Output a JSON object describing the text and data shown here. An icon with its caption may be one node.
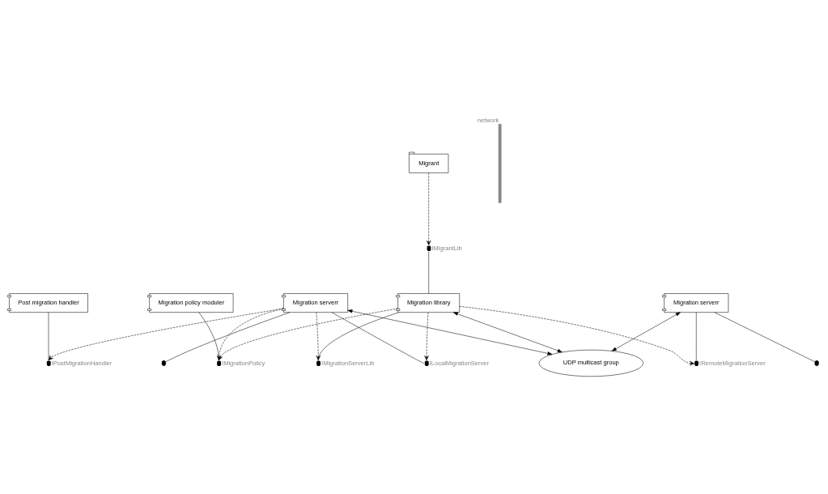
{
  "diagram": {
    "nodes": [
      {
        "text": [
          "Post migration handler"
        ]
      },
      {
        "text": [],
        "shape": "circle",
        "beside": [
          "IPostMigrationHandler"
        ]
      },
      {
        "text": [
          "UDP multicast group"
        ]
      },
      {
        "text": [],
        "shape": "circle"
      },
      {
        "text": [
          "Migration serverr"
        ]
      },
      {
        "text": [],
        "shape": "circle"
      },
      {
        "text": [
          "Migration serverr"
        ]
      },
      {
        "text": [
          "Migration policy moduler"
        ]
      },
      {
        "text": [],
        "shape": "circle",
        "beside": [
          "IMigrationPolicy"
        ]
      },
      {
        "text": [],
        "shape": "circle",
        "beside": [
          "IMigrationServerLib"
        ]
      },
      {
        "text": [],
        "shape": "circle",
        "beside": [
          "ILocalMigrationServer"
        ]
      },
      {
        "text": [],
        "shape": "circle",
        "beside": [
          "IRemoteMigrationServer"
        ]
      },
      {
        "text": [
          "Migration library"
        ]
      },
      {
        "text": [],
        "shape": "circle",
        "beside": [
          "IMigrantLib"
        ]
      },
      {
        "text": [
          "Migrant"
        ]
      },
      {
        "text": [],
        "shape": "bar",
        "beside": [
          "network"
        ]
      }
    ],
    "edges": [
      {
        "from": 0,
        "to": 1,
        "arrow": "none"
      },
      {
        "from": 4,
        "to": 1,
        "arrow": "to",
        "style": "dashed"
      },
      {
        "from": 4,
        "to": 2,
        "arrow": "both"
      },
      {
        "from": 4,
        "to": 3,
        "arrow": "none"
      },
      {
        "from": 6,
        "to": 2,
        "arrow": "both"
      },
      {
        "from": 6,
        "to": 5,
        "arrow": "none"
      },
      {
        "from": 7,
        "to": 8,
        "arrow": "none"
      },
      {
        "from": 4,
        "to": 8,
        "arrow": "to",
        "style": "dashed"
      },
      {
        "from": 12,
        "to": 8,
        "arrow": "to",
        "style": "dashed"
      },
      {
        "from": 12,
        "to": 9,
        "arrow": "none"
      },
      {
        "from": 4,
        "to": 9,
        "arrow": "to",
        "style": "dashed"
      },
      {
        "from": 4,
        "to": 10,
        "arrow": "none"
      },
      {
        "from": 12,
        "to": 10,
        "arrow": "to",
        "style": "dashed"
      },
      {
        "from": 6,
        "to": 11,
        "arrow": "none"
      },
      {
        "from": 12,
        "to": 11,
        "arrow": "to",
        "style": "dashed"
      },
      {
        "from": 12,
        "to": 2,
        "arrow": "both"
      },
      {
        "from": 13,
        "to": 12,
        "arrow": "none"
      },
      {
        "from": 14,
        "to": 13,
        "arrow": "to",
        "style": "dashed"
      }
    ]
  }
}
